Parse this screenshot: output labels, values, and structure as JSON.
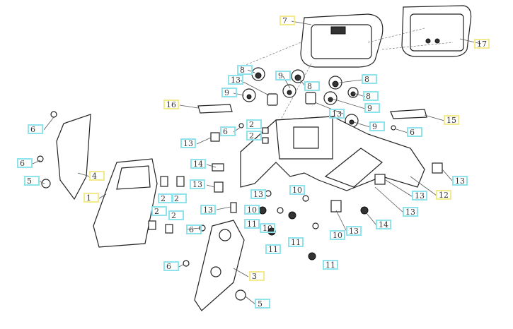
{
  "diagram": {
    "title": "Exploded view – dashboard / instrument panel assembly",
    "colors": {
      "main_part_box": "#f2ea8c",
      "sub_part_box": "#8fe3ec"
    },
    "callouts": [
      {
        "num": "7",
        "kind": "main"
      },
      {
        "num": "17",
        "kind": "main"
      },
      {
        "num": "8",
        "kind": "sub"
      },
      {
        "num": "13",
        "kind": "sub"
      },
      {
        "num": "9",
        "kind": "sub"
      },
      {
        "num": "9",
        "kind": "sub"
      },
      {
        "num": "8",
        "kind": "sub"
      },
      {
        "num": "8",
        "kind": "sub"
      },
      {
        "num": "8",
        "kind": "sub"
      },
      {
        "num": "9",
        "kind": "sub"
      },
      {
        "num": "13",
        "kind": "sub"
      },
      {
        "num": "9",
        "kind": "sub"
      },
      {
        "num": "16",
        "kind": "main"
      },
      {
        "num": "15",
        "kind": "main"
      },
      {
        "num": "6",
        "kind": "sub"
      },
      {
        "num": "6",
        "kind": "sub"
      },
      {
        "num": "2",
        "kind": "sub"
      },
      {
        "num": "2",
        "kind": "sub"
      },
      {
        "num": "6",
        "kind": "sub"
      },
      {
        "num": "13",
        "kind": "sub"
      },
      {
        "num": "6",
        "kind": "sub"
      },
      {
        "num": "4",
        "kind": "main"
      },
      {
        "num": "5",
        "kind": "sub"
      },
      {
        "num": "14",
        "kind": "sub"
      },
      {
        "num": "13",
        "kind": "sub"
      },
      {
        "num": "1",
        "kind": "main"
      },
      {
        "num": "2",
        "kind": "sub"
      },
      {
        "num": "2",
        "kind": "sub"
      },
      {
        "num": "13",
        "kind": "sub"
      },
      {
        "num": "10",
        "kind": "sub"
      },
      {
        "num": "13",
        "kind": "sub"
      },
      {
        "num": "13",
        "kind": "sub"
      },
      {
        "num": "12",
        "kind": "main"
      },
      {
        "num": "13",
        "kind": "sub"
      },
      {
        "num": "10",
        "kind": "sub"
      },
      {
        "num": "13",
        "kind": "sub"
      },
      {
        "num": "2",
        "kind": "sub"
      },
      {
        "num": "2",
        "kind": "sub"
      },
      {
        "num": "11",
        "kind": "sub"
      },
      {
        "num": "10",
        "kind": "sub"
      },
      {
        "num": "14",
        "kind": "sub"
      },
      {
        "num": "13",
        "kind": "sub"
      },
      {
        "num": "10",
        "kind": "sub"
      },
      {
        "num": "6",
        "kind": "sub"
      },
      {
        "num": "11",
        "kind": "sub"
      },
      {
        "num": "11",
        "kind": "sub"
      },
      {
        "num": "6",
        "kind": "sub"
      },
      {
        "num": "3",
        "kind": "main"
      },
      {
        "num": "11",
        "kind": "sub"
      },
      {
        "num": "5",
        "kind": "sub"
      }
    ]
  }
}
